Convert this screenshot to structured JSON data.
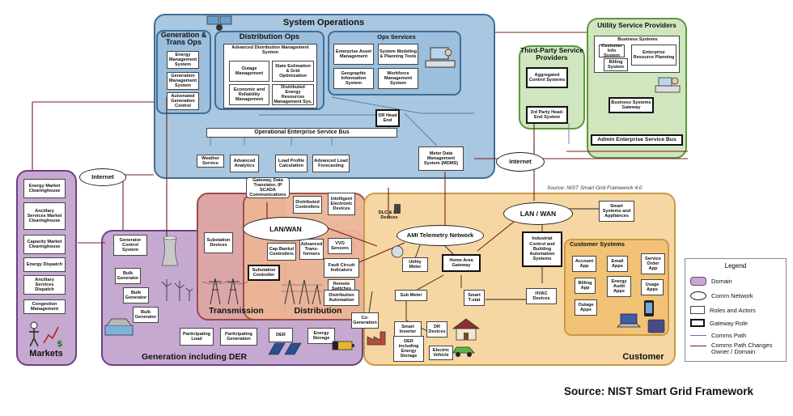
{
  "domains": {
    "system_operations": "System Operations",
    "gen_trans_ops": "Generation & Trans Ops",
    "distribution_ops": "Distribution Ops",
    "ops_services": "Ops Services",
    "third_party": "Third-Party Service Providers",
    "utility_service_providers": "Utility Service Providers",
    "markets": "Markets",
    "gen_der": "Generation including DER",
    "transmission": "Transmission",
    "distribution": "Distribution",
    "customer": "Customer",
    "customer_systems": "Customer Systems",
    "business_systems": "Business Systems"
  },
  "boxes": {
    "energy_mgmt": "Energy Management System",
    "gen_mgmt": "Generation Management System",
    "auto_gen": "Automated Generation Control",
    "adms": "Advanced Distribution Management System",
    "outage": "Outage Management",
    "state_est": "State Estimation & Grid Optimization",
    "econ": "Economic and Reliability Management",
    "der_mgmt": "Distributed Energy Resources Management Sys.",
    "eam": "Enterprise Asset Management",
    "sys_model": "System Modeling & Planning Tools",
    "gis": "Geographic Information System",
    "workforce": "Workforce Management System",
    "dr_head": "DR Head End",
    "oesb": "Operational Enterprise Service Bus",
    "weather": "Weather Service",
    "adv_analytics": "Advanced Analytics",
    "load_profile": "Load Profile Calculation",
    "adv_load_fc": "Advanced Load Forecasting",
    "mdms": "Meter Data Management System (MDMS)",
    "gateway_scada": "Gateway, Data Translator, IP SCADA Communications",
    "agg_control": "Aggregated Control Systems",
    "third_head": "3rd Party Head-End System",
    "customer_info": "Customer Info System",
    "billing_sys": "Billing System",
    "erp": "Enterprise Resource Planning",
    "bs_gateway": "Business Systems Gateway",
    "admin_esb": "Admin Enterprise Service Bus",
    "em_clearing": "Energy Market Clearinghouse",
    "anc_clearing": "Ancillary Services Market Clearinghouse",
    "cap_clearing": "Capacity Market Clearinghouse",
    "energy_dispatch": "Energy Dispatch",
    "anc_dispatch": "Ancillary Services Dispatch",
    "congestion": "Congestion Management",
    "gen_control": "Generator Control System",
    "bulk1": "Bulk Generator",
    "bulk2": "Bulk Generator",
    "bulk3": "Bulk Generator",
    "part_load": "Participating Load",
    "part_gen": "Participating Generation",
    "der": "DER",
    "energy_storage": "Energy Storage",
    "sub_devices": "Substation Devices",
    "sub_controller": "Substation Controller",
    "dist_controllers": "Distributed Controllers",
    "ied": "Intelligent Electronic Devices",
    "cap_banks": "Cap Banks/ Controllers",
    "adv_transformers": "Advanced Trans-formers",
    "vvo": "VVO Sensors",
    "fci": "Fault Circuit Indicators",
    "remote_sw": "Remote Switches",
    "dist_auto": "Distribution Automation",
    "cogen": "Co-Generation",
    "smart_inverter": "Smart Inverter",
    "der_storage": "DER including Energy Storage",
    "dr_devices": "DR Devices",
    "ev": "Electric Vehicle",
    "utility_meter": "Utility Meter",
    "han_gateway": "Home Area Gateway",
    "sub_meter": "Sub Meter",
    "smart_tstat": "Smart T-stat",
    "icbas": "Industrial Control and Building Automation Systems",
    "hvac": "HVAC Devices",
    "smart_appl": "Smart Systems and Appliances",
    "account_app": "Account App",
    "email_apps": "Email Apps",
    "service_order": "Service Order App",
    "billing_app": "Billing App",
    "energy_audit": "Energy Audit Apps",
    "usage_apps": "Usage Apps",
    "outage_apps": "Outage Apps",
    "dlc": "DLC & DR Devices"
  },
  "clouds": {
    "internet_left": "Internet",
    "internet_right": "Internet",
    "lan_wan_dist": "LAN/WAN",
    "lan_wan_cust": "LAN / WAN",
    "ami": "AMI Telemetry Network"
  },
  "legend": {
    "title": "Legend",
    "domain": "Domain",
    "comm_network": "Comm Network",
    "roles": "Roles and Actors",
    "gateway": "Gateway Role",
    "comms_path": "Comms Path",
    "comms_path_changes": "Comms Path Changes Owner / Domain"
  },
  "source_small": "Source: NIST Smart Grid Framework 4.0",
  "source_big": "Source: NIST Smart Grid Framework",
  "colors": {
    "ops_fill": "#a9c7e0",
    "ops_border": "#3f6d96",
    "purple_fill": "#c6a9d1",
    "purple_border": "#6f3f84",
    "green_fill": "#cfe6bf",
    "green_border": "#5a9a3a",
    "orange_fill": "#f6d6a2",
    "orange_border": "#c99a48",
    "red_fill": "#dca6a6",
    "red_border": "#9e4848",
    "distribution_fill": "#ecb597",
    "comms_red": "#7a1c1c",
    "comms_blue": "#5a78a8"
  }
}
